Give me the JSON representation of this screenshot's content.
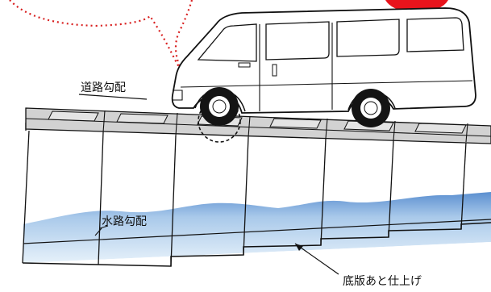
{
  "labels": {
    "road_slope": "道路勾配",
    "water_slope": "水路勾配",
    "bottom_finish": "底版あと仕上げ"
  },
  "colors": {
    "cover": "#d2d2d2",
    "water_top": "#5b8fd0",
    "water_light": "#e6f1fa",
    "warning_red": "#e8141c",
    "dotted_red": "#d81e1e",
    "tire": "#141414"
  },
  "icons": {
    "vehicle": "van-icon",
    "warning": "warning-badge-icon"
  }
}
